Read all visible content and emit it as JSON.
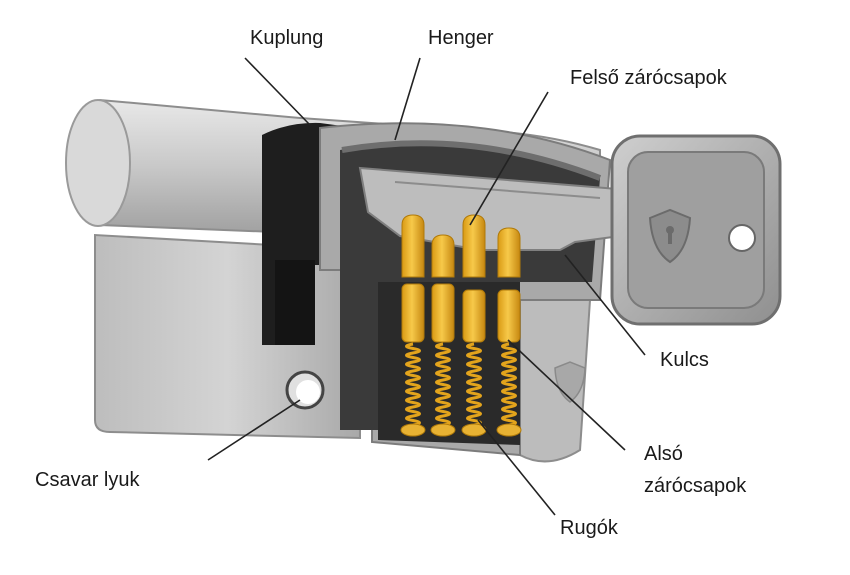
{
  "labels": {
    "kuplung": "Kuplung",
    "henger": "Henger",
    "felso_zarocsapok": "Felső zárócsapok",
    "kulcs": "Kulcs",
    "also_line1": "Alsó",
    "also_line2": "zárócsapok",
    "rugok": "Rugók",
    "csavar_lyuk": "Csavar lyuk"
  },
  "colors": {
    "metal_light": "#d6d6d6",
    "metal_mid": "#b3b3b3",
    "metal_dark": "#8a8a8a",
    "cavity": "#2a2a2a",
    "pin_gold": "#f2b82e",
    "pin_shade": "#c98d12",
    "spring": "#e0a21c",
    "key": "#a7a7a7",
    "leader": "#222222"
  },
  "icons": [
    "shield-logo-icon",
    "key-hole-icon",
    "screw-hole-icon"
  ]
}
